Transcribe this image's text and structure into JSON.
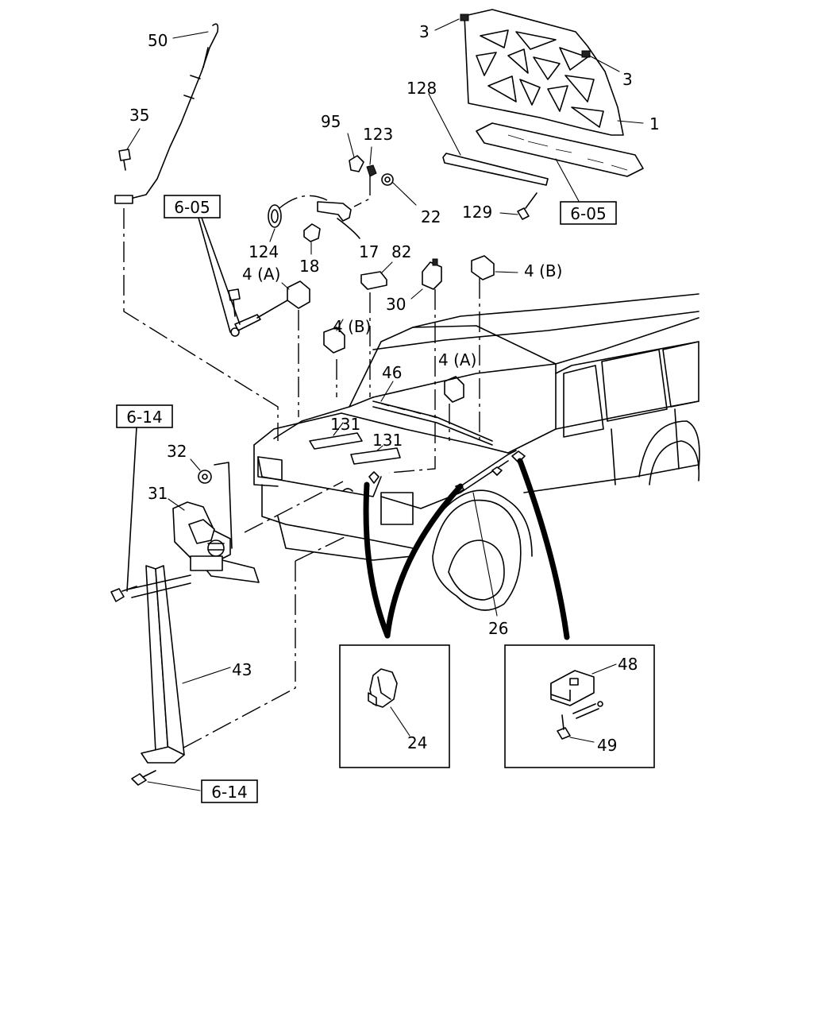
{
  "labels": {
    "l1": "1",
    "l3a": "3",
    "l3b": "3",
    "l50": "50",
    "l35": "35",
    "l95": "95",
    "l123": "123",
    "l128": "128",
    "l22": "22",
    "l129": "129",
    "l124": "124",
    "l18": "18",
    "l17": "17",
    "l82": "82",
    "l30": "30",
    "l4a_left": "4 (A)",
    "l4b_top": "4 (B)",
    "l4b_mid": "4 (B)",
    "l4a_right": "4 (A)",
    "l46": "46",
    "l131a": "131",
    "l131b": "131",
    "l32": "32",
    "l31": "31",
    "l43": "43",
    "l26": "26",
    "l24": "24",
    "l48": "48",
    "l49": "49"
  },
  "refs": {
    "r605_left": "6-05",
    "r605_right": "6-05",
    "r614_top": "6-14",
    "r614_bottom": "6-14"
  }
}
